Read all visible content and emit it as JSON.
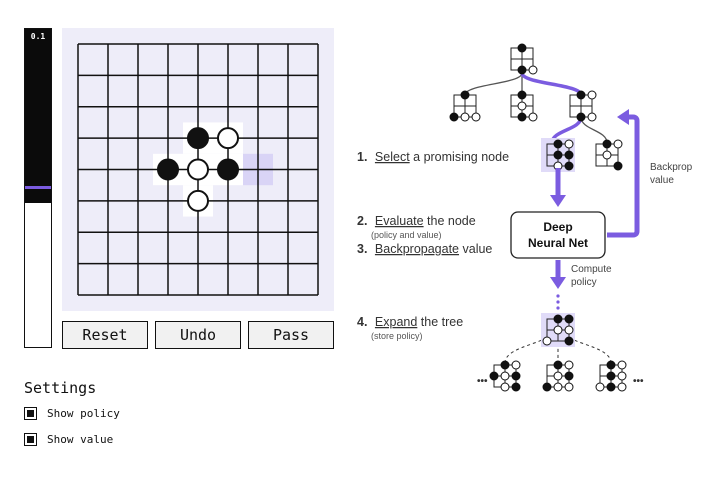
{
  "value_bar": {
    "label": "0.1",
    "value": 0.1,
    "marker_color": "#7b5ce0"
  },
  "board": {
    "size": 9,
    "stones": [
      {
        "row": 3,
        "col": 4,
        "color": "black"
      },
      {
        "row": 3,
        "col": 5,
        "color": "white"
      },
      {
        "row": 4,
        "col": 3,
        "color": "black"
      },
      {
        "row": 4,
        "col": 4,
        "color": "white"
      },
      {
        "row": 4,
        "col": 5,
        "color": "black"
      },
      {
        "row": 5,
        "col": 4,
        "color": "white"
      }
    ],
    "highlight": {
      "row": 4,
      "col": 6
    }
  },
  "buttons": {
    "reset": "Reset",
    "undo": "Undo",
    "pass": "Pass"
  },
  "settings": {
    "title": "Settings",
    "show_policy": {
      "label": "Show policy",
      "checked": true
    },
    "show_value": {
      "label": "Show value",
      "checked": true
    }
  },
  "diagram": {
    "accent": "#7b5ce0",
    "step1": {
      "num": "1.",
      "keyword": "Select",
      "rest": " a promising node"
    },
    "step2": {
      "num": "2.",
      "keyword": "Evaluate",
      "rest": " the node",
      "sub": "(policy and value)"
    },
    "step3": {
      "num": "3.",
      "keyword": "Backpropagate",
      "rest": " value"
    },
    "step4": {
      "num": "4.",
      "keyword": "Expand",
      "rest": " the tree",
      "sub": "(store policy)"
    },
    "network_line1": "Deep",
    "network_line2": "Neural Net",
    "backprop_line1": "Backprop",
    "backprop_line2": "value",
    "compute_line1": "Compute",
    "compute_line2": "policy",
    "ellipsis_left": "•••",
    "ellipsis_right": "•••"
  }
}
